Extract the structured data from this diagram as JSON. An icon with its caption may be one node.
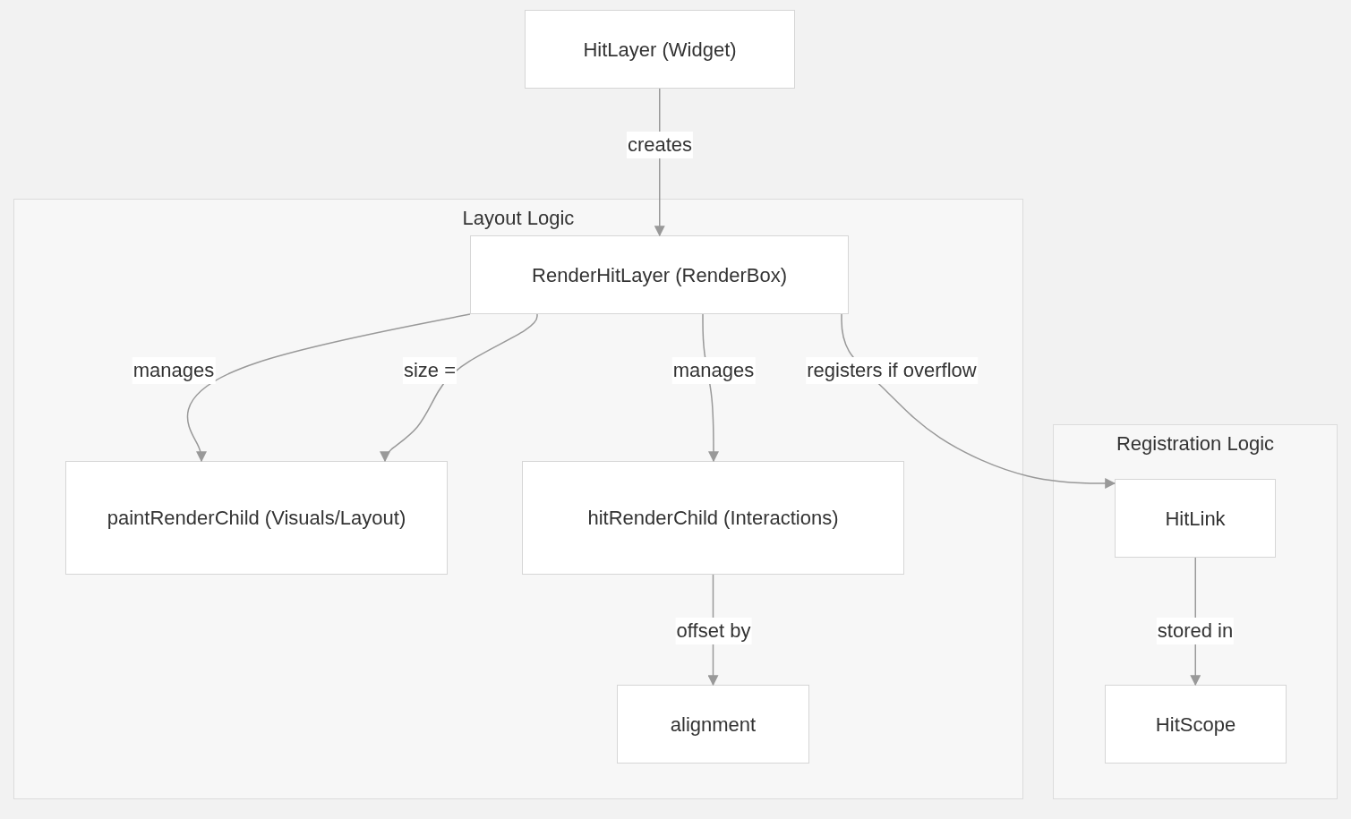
{
  "diagram": {
    "nodes": [
      {
        "text": [
          "HitLayer (Widget)"
        ]
      },
      {
        "text": [
          "Layout Logic"
        ]
      },
      {
        "text": [
          "RenderHitLayer (RenderBox)"
        ],
        "in": 1
      },
      {
        "text": [
          "paintRenderChild (Visuals/Layout)"
        ],
        "in": 1
      },
      {
        "text": [
          "hitRenderChild (Interactions)"
        ],
        "in": 1
      },
      {
        "text": [
          "alignment"
        ],
        "in": 1
      },
      {
        "text": [
          "Registration Logic"
        ]
      },
      {
        "text": [
          "HitLink"
        ],
        "in": 6
      },
      {
        "text": [
          "HitScope"
        ],
        "in": 6
      }
    ],
    "edges": [
      {
        "from": 0,
        "to": 2,
        "arrow": "to",
        "label": "creates"
      },
      {
        "from": 2,
        "to": 3,
        "arrow": "to",
        "label": "manages"
      },
      {
        "from": 2,
        "to": 3,
        "arrow": "to",
        "label": "size ="
      },
      {
        "from": 2,
        "to": 4,
        "arrow": "to",
        "label": "manages"
      },
      {
        "from": 2,
        "to": 7,
        "arrow": "to",
        "label": "registers if overflow"
      },
      {
        "from": 4,
        "to": 5,
        "arrow": "to",
        "label": "offset by"
      },
      {
        "from": 7,
        "to": 8,
        "arrow": "to",
        "label": "stored in"
      }
    ]
  }
}
